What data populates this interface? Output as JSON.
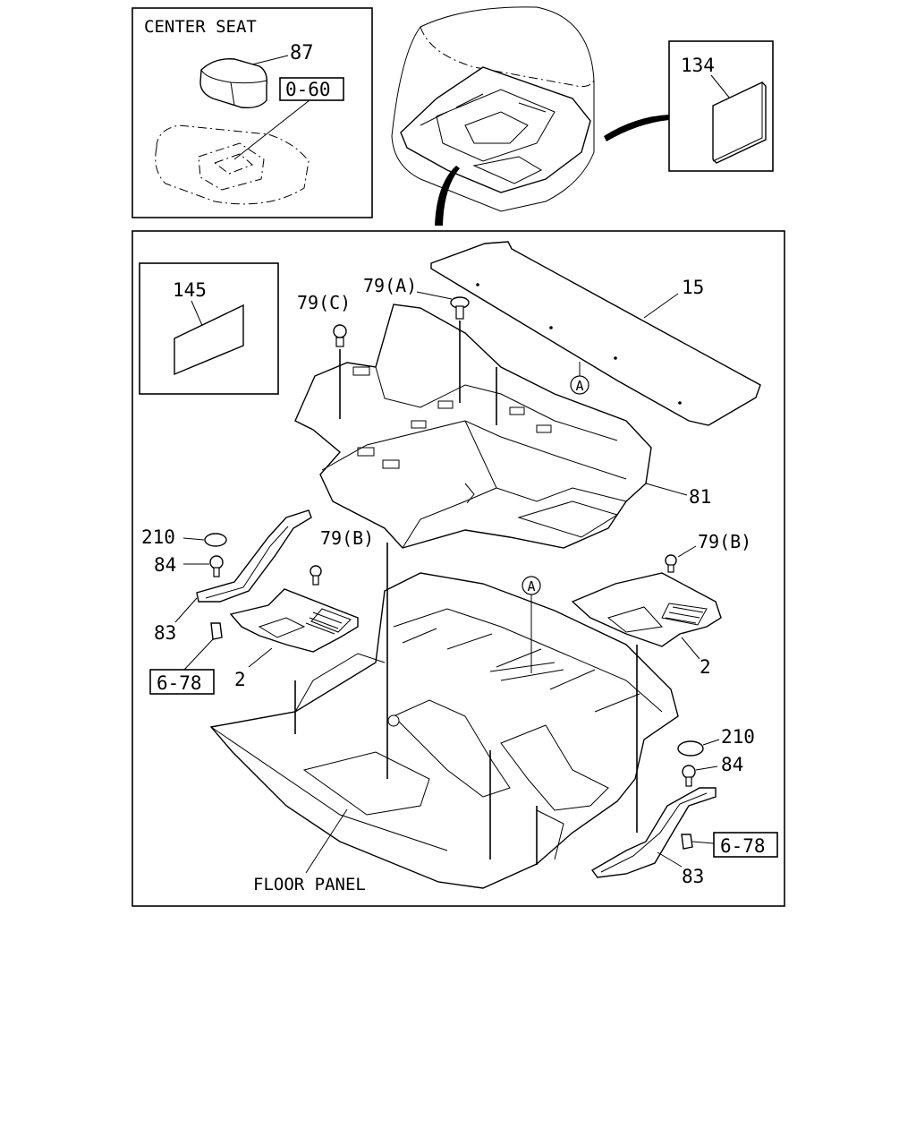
{
  "insets": {
    "center_seat": {
      "title": "CENTER SEAT",
      "part_label": "87",
      "ref_label": "0-60"
    },
    "vehicle_overview": {},
    "right_detail": {
      "part_label": "134"
    },
    "left_detail": {
      "part_label": "145"
    }
  },
  "callouts": {
    "pad_15": "15",
    "clip_79a": "79(A)",
    "clip_79c": "79(C)",
    "ref_a_upper": "A",
    "ref_a_lower": "A",
    "mat_81": "81",
    "cap_210_left": "210",
    "screw_84_left": "84",
    "plate_83_left": "83",
    "ref_678_left": "6-78",
    "clip_79b_left": "79(B)",
    "pad_2_left": "2",
    "clip_79b_right": "79(B)",
    "pad_2_right": "2",
    "cap_210_right": "210",
    "screw_84_right": "84",
    "ref_678_right": "6-78",
    "plate_83_right": "83",
    "floor_panel": "FLOOR PANEL"
  }
}
